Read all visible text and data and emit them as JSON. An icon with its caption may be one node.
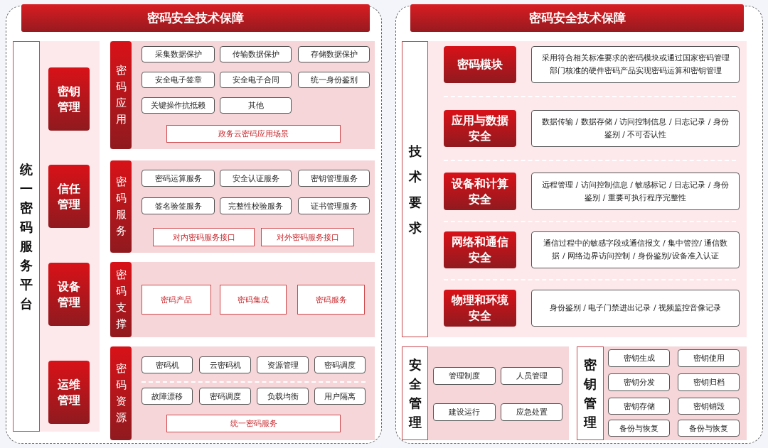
{
  "diagram": {
    "nodes": [
      {
        "text": [
          "密码安全技术保障"
        ]
      },
      {
        "text": [
          "统一密码服务平台"
        ]
      },
      {
        "text": [],
        "shape": "box"
      },
      {
        "text": [
          "密钥管理"
        ],
        "in": 2
      },
      {
        "text": [
          "信任管理"
        ],
        "in": 2
      },
      {
        "text": [
          "设备管理"
        ],
        "in": 2
      },
      {
        "text": [
          "运维管理"
        ],
        "in": 2
      },
      {
        "text": [],
        "shape": "box"
      },
      {
        "text": [
          "密码应用"
        ],
        "in": 7
      },
      {
        "text": [
          "采集数据保护"
        ],
        "in": 7
      },
      {
        "text": [
          "传输数据保护"
        ],
        "in": 7
      },
      {
        "text": [
          "存储数据保护"
        ],
        "in": 7
      },
      {
        "text": [
          "安全电子签章"
        ],
        "in": 7
      },
      {
        "text": [
          "安全电子合同"
        ],
        "in": 7
      },
      {
        "text": [
          "统一身份鉴别"
        ],
        "in": 7
      },
      {
        "text": [
          "关键操作抗抵赖"
        ],
        "in": 7
      },
      {
        "text": [
          "其他"
        ],
        "in": 7
      },
      {
        "text": [
          "政务云密码应用场景"
        ],
        "in": 7
      },
      {
        "text": [],
        "shape": "box"
      },
      {
        "text": [
          "密码服务"
        ],
        "in": 18
      },
      {
        "text": [
          "密码运算服务"
        ],
        "in": 18
      },
      {
        "text": [
          "安全认证服务"
        ],
        "in": 18
      },
      {
        "text": [
          "密钥管理服务"
        ],
        "in": 18
      },
      {
        "text": [
          "签名验签服务"
        ],
        "in": 18
      },
      {
        "text": [
          "完整性校验服务"
        ],
        "in": 18
      },
      {
        "text": [
          "证书管理服务"
        ],
        "in": 18
      },
      {
        "text": [
          "对内密码服务接口"
        ],
        "in": 18
      },
      {
        "text": [
          "对外密码服务接口"
        ],
        "in": 18
      },
      {
        "text": [],
        "shape": "box"
      },
      {
        "text": [
          "密码支撑"
        ],
        "in": 28
      },
      {
        "text": [
          "密码产品"
        ],
        "in": 28
      },
      {
        "text": [
          "密码集成"
        ],
        "in": 28
      },
      {
        "text": [
          "密码服务"
        ],
        "in": 28
      },
      {
        "text": [],
        "shape": "box"
      },
      {
        "text": [
          "密码资源"
        ],
        "in": 33
      },
      {
        "text": [
          "密码机"
        ],
        "in": 33
      },
      {
        "text": [
          "云密码机"
        ],
        "in": 33
      },
      {
        "text": [
          "资源管理"
        ],
        "in": 33
      },
      {
        "text": [
          "密码调度"
        ],
        "in": 33
      },
      {
        "text": [
          "故障漂移"
        ],
        "in": 33
      },
      {
        "text": [
          "密码调度"
        ],
        "in": 33
      },
      {
        "text": [
          "负载均衡"
        ],
        "in": 33
      },
      {
        "text": [
          "用户隔离"
        ],
        "in": 33
      },
      {
        "text": [
          "统一密码服务"
        ],
        "in": 33
      },
      {
        "text": [
          "密码安全技术保障"
        ]
      },
      {
        "text": [
          "技术要求"
        ]
      },
      {
        "text": [],
        "shape": "box"
      },
      {
        "text": [
          "密码模块"
        ],
        "in": 46
      },
      {
        "text": [
          "采用符合相关标准要求的密码模块或通过国家密码管理部门核准的硬件密码产品实现密码运算和密钥管理"
        ],
        "in": 46
      },
      {
        "text": [
          "应用与数据安全"
        ],
        "in": 46
      },
      {
        "text": [
          "数据传输 / 数据存储 / 访问控制信息 / 日志记录 / 身份鉴别 / 不可否认性"
        ],
        "in": 46
      },
      {
        "text": [
          "设备和计算安全"
        ],
        "in": 46
      },
      {
        "text": [
          "远程管理 / 访问控制信息 / 敏感标记 / 日志记录 / 身份鉴别 / 重要可执行程序完整性"
        ],
        "in": 46
      },
      {
        "text": [
          "网络和通信安全"
        ],
        "in": 46
      },
      {
        "text": [
          "通信过程中的敏感字段或通信报文 / 集中管控/ 通信数据 / 网络边界访问控制 / 身份鉴别/设备准入认证"
        ],
        "in": 46
      },
      {
        "text": [
          "物理和环境安全"
        ],
        "in": 46
      },
      {
        "text": [
          "身份鉴别 / 电子门禁进出记录 / 视频监控音像记录"
        ],
        "in": 46
      },
      {
        "text": [
          "安全管理"
        ]
      },
      {
        "text": [],
        "shape": "box"
      },
      {
        "text": [
          "管理制度"
        ],
        "in": 58
      },
      {
        "text": [
          "人员管理"
        ],
        "in": 58
      },
      {
        "text": [
          "建设运行"
        ],
        "in": 58
      },
      {
        "text": [
          "应急处置"
        ],
        "in": 58
      },
      {
        "text": [
          "密钥管理"
        ]
      },
      {
        "text": [],
        "shape": "box"
      },
      {
        "text": [
          "密钥生成"
        ],
        "in": 64
      },
      {
        "text": [
          "密钥使用"
        ],
        "in": 64
      },
      {
        "text": [
          "密钥分发"
        ],
        "in": 64
      },
      {
        "text": [
          "密钥归档"
        ],
        "in": 64
      },
      {
        "text": [
          "密钥存储"
        ],
        "in": 64
      },
      {
        "text": [
          "密钥销毁"
        ],
        "in": 64
      },
      {
        "text": [
          "备份与恢复"
        ],
        "in": 64
      },
      {
        "text": [
          "备份与恢复"
        ],
        "in": 64
      }
    ],
    "edges": []
  }
}
